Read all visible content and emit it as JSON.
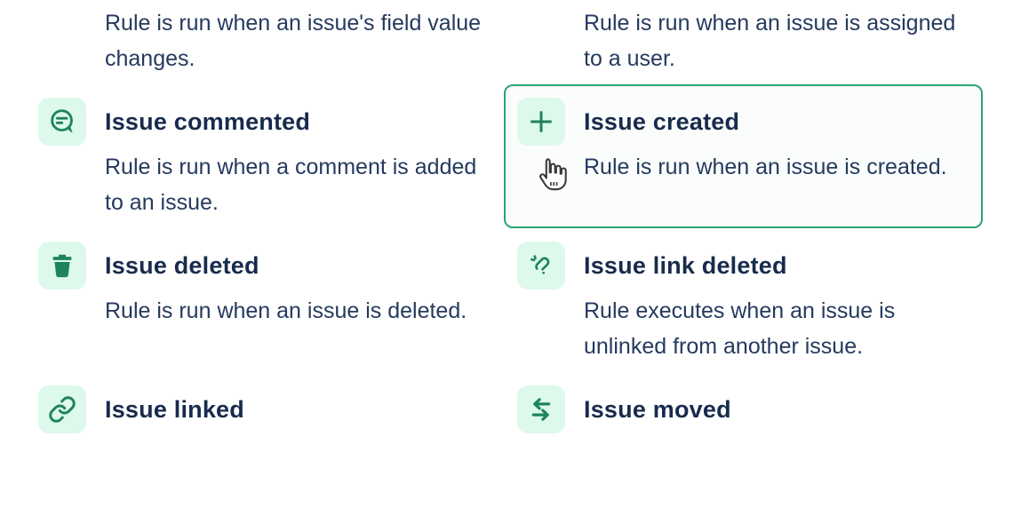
{
  "view": "automation-trigger-picker",
  "colors": {
    "icon_green": "#1f845a",
    "icon_background": "#ddf9ec",
    "selected_border": "#2ba471",
    "selected_background": "#fafdfb",
    "title_text": "#172b4d",
    "body_text": "#253a5e"
  },
  "cursor_icon": "hand-pointer",
  "triggers": [
    {
      "icon": "",
      "title": "",
      "description": "Rule is run when an issue's field value changes.",
      "selected": false,
      "partially_visible": true
    },
    {
      "icon": "",
      "title": "",
      "description": "Rule is run when an issue is assigned to a user.",
      "selected": false,
      "partially_visible": true
    },
    {
      "icon": "comment-bubble",
      "title": "Issue commented",
      "description": "Rule is run when a comment is added to an issue.",
      "selected": false,
      "partially_visible": false
    },
    {
      "icon": "plus",
      "title": "Issue created",
      "description": "Rule is run when an issue is created.",
      "selected": true,
      "partially_visible": false
    },
    {
      "icon": "trash",
      "title": "Issue deleted",
      "description": "Rule is run when an issue is deleted.",
      "selected": false,
      "partially_visible": false
    },
    {
      "icon": "broken-link",
      "title": "Issue link deleted",
      "description": "Rule executes when an issue is unlinked from another issue.",
      "selected": false,
      "partially_visible": false
    },
    {
      "icon": "chain-link",
      "title": "Issue linked",
      "description": "",
      "selected": false,
      "partially_visible": true
    },
    {
      "icon": "swap-arrows",
      "title": "Issue moved",
      "description": "",
      "selected": false,
      "partially_visible": true
    }
  ]
}
